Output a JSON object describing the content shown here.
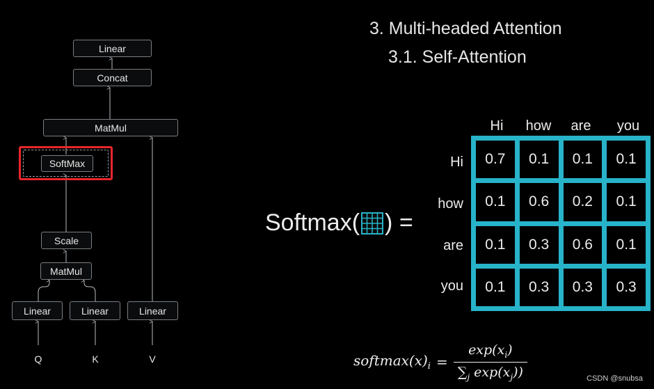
{
  "diagram": {
    "blocks": {
      "linear_top": "Linear",
      "concat": "Concat",
      "matmul_top": "MatMul",
      "softmax": "SoftMax",
      "scale": "Scale",
      "matmul_bottom": "MatMul",
      "linear_q": "Linear",
      "linear_k": "Linear",
      "linear_v": "Linear"
    },
    "inputs": {
      "q": "Q",
      "k": "K",
      "v": "V"
    },
    "highlight_color": "#e8262b"
  },
  "headings": {
    "section": "3. Multi-headed Attention",
    "subsection": "3.1. Self-Attention"
  },
  "softmax_expr": {
    "prefix": "Softmax(",
    "suffix": ") =",
    "icon": "grid-matrix-icon"
  },
  "matrix": {
    "columns": [
      "Hi",
      "how",
      "are",
      "you"
    ],
    "rows": [
      "Hi",
      "how",
      "are",
      "you"
    ],
    "values": [
      [
        "0.7",
        "0.1",
        "0.1",
        "0.1"
      ],
      [
        "0.1",
        "0.6",
        "0.2",
        "0.1"
      ],
      [
        "0.1",
        "0.3",
        "0.6",
        "0.1"
      ],
      [
        "0.1",
        "0.3",
        "0.3",
        "0.3"
      ]
    ],
    "border_color": "#27b3c9"
  },
  "formula": {
    "lhs": "softmax(x)",
    "lhs_sub": "i",
    "equals": "=",
    "num_func": "exp(x",
    "num_sub": "i",
    "num_close": ")",
    "den_sum": "∑",
    "den_sum_sub": "j",
    "den_func": "exp(x",
    "den_sub": "j",
    "den_close": "))"
  },
  "watermark": "CSDN @snubsa"
}
